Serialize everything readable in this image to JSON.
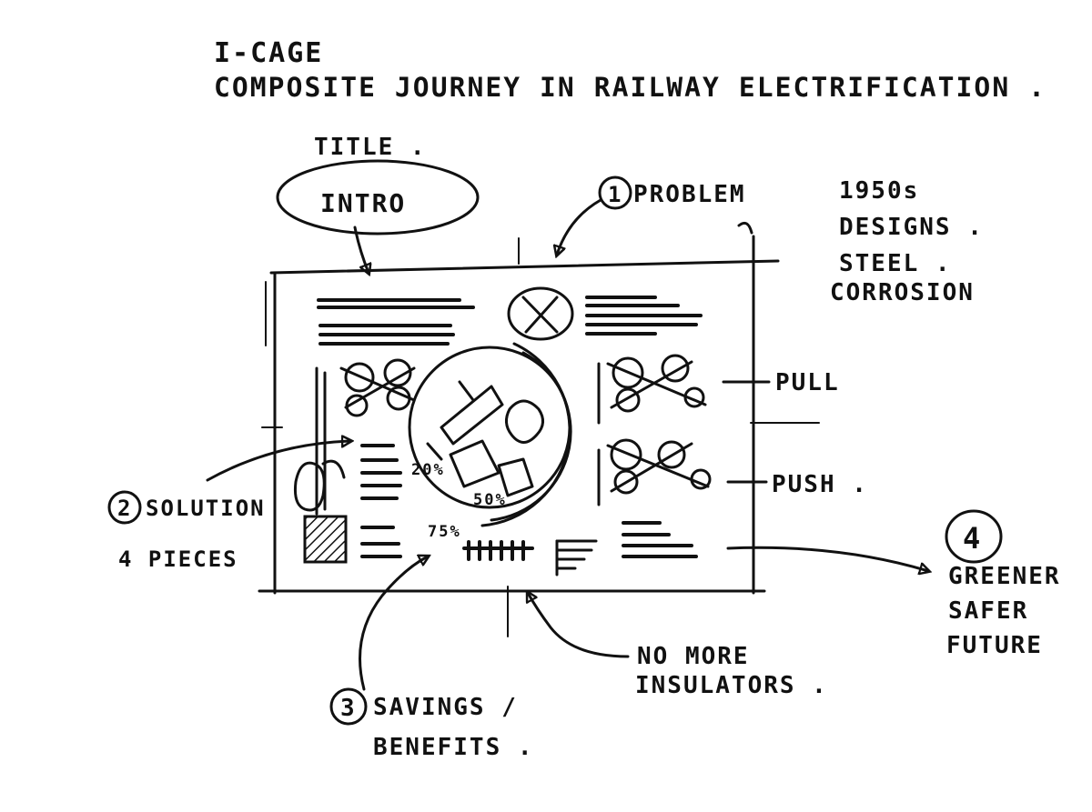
{
  "header": {
    "line1": "I-CAGE",
    "line2": "COMPOSITE JOURNEY IN RAILWAY ELECTRIFICATION ."
  },
  "labels": {
    "title": "TITLE .",
    "intro": "INTRO",
    "problem_number": "1",
    "problem": "PROBLEM",
    "problem_notes": [
      "1950s",
      "DESIGNS .",
      "STEEL .",
      "CORROSION"
    ],
    "pull": "PULL",
    "push": "PUSH .",
    "solution_number": "2",
    "solution": [
      "SOLUTION",
      "4 PIECES"
    ],
    "savings_number": "3",
    "savings": [
      "SAVINGS /",
      "BENEFITS ."
    ],
    "no_more": [
      "NO MORE",
      "INSULATORS ."
    ],
    "greener_number": "4",
    "greener": [
      "GREENER",
      "SAFER",
      "FUTURE"
    ],
    "pct_20": "20%",
    "pct_50": "50%",
    "pct_75": "75%"
  },
  "colors": {
    "ink": "#111111",
    "paper": "#ffffff"
  }
}
